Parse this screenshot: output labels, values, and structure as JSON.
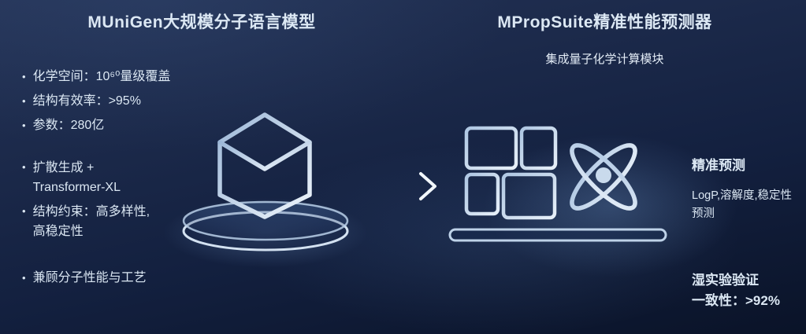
{
  "ui": {
    "bullet_glyph": "•"
  },
  "colors": {
    "background_top": "#243356",
    "background_bottom": "#0a1328",
    "text": "#dbe7f3",
    "icon_stroke": "#c3d7ec",
    "arrow_bright": "#f2f7fc"
  },
  "left_panel": {
    "title": "MUniGen大规模分子语言模型",
    "top_bullets": [
      "化学空间：10⁶⁰量级覆盖",
      "结构有效率：>95%",
      "参数：280亿"
    ],
    "mid_bullets": [
      [
        "扩散生成 +",
        "Transformer-XL"
      ],
      [
        "结构约束：高多样性,",
        "高稳定性"
      ]
    ],
    "bottom_bullets": [
      "兼顾分子性能与工艺"
    ]
  },
  "right_panel": {
    "title": "MPropSuite精准性能预测器",
    "subtitle": "集成量子化学计算模块",
    "prediction": {
      "heading": "精准预测",
      "detail_lines": [
        "LogP,溶解度,稳定性",
        "预测"
      ]
    },
    "validation": {
      "lines": [
        "湿实验验证",
        "一致性：>92%"
      ]
    }
  },
  "icons": {
    "center": "cube-on-platform-icon",
    "connector": "right-arrow-icon",
    "right_group": [
      "modules-grid-icon",
      "atom-icon",
      "platform-bar-icon"
    ]
  }
}
